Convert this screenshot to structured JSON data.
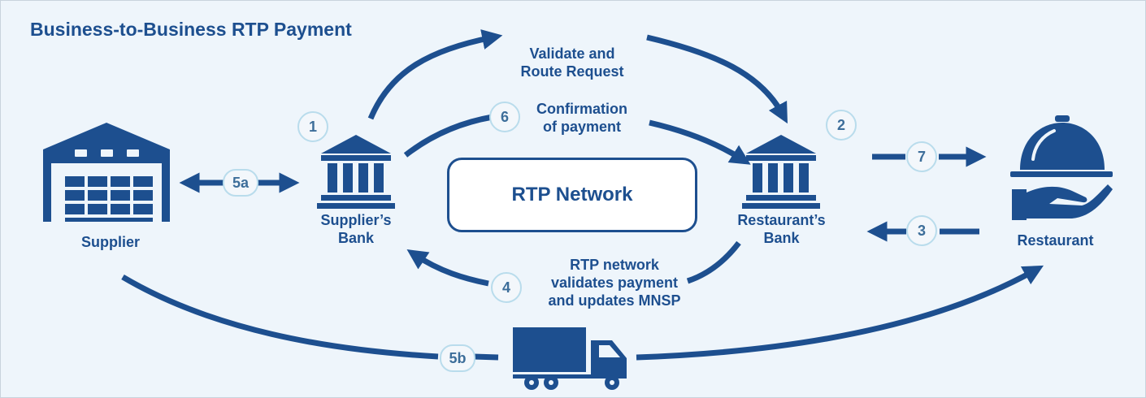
{
  "title": "Business-to-Business RTP Payment",
  "network": {
    "label": "RTP Network"
  },
  "nodes": {
    "supplier": "Supplier",
    "supplier_bank": [
      "Supplier’s",
      "Bank"
    ],
    "restaurant_bank": [
      "Restaurant’s",
      "Bank"
    ],
    "restaurant": "Restaurant"
  },
  "steps": {
    "s1": "1",
    "s2": "2",
    "s3": "3",
    "s4": "4",
    "s5a": "5a",
    "s5b": "5b",
    "s6": "6",
    "s7": "7"
  },
  "flows": {
    "validate": [
      "Validate and",
      "Route Request"
    ],
    "confirm": [
      "Confirmation",
      "of payment"
    ],
    "rtp_validates": [
      "RTP network",
      "validates payment",
      "and updates MNSP"
    ]
  },
  "colors": {
    "primary": "#1d4f8f",
    "circle_border": "#b9dcec",
    "background": "#eef5fb"
  },
  "icons": [
    "warehouse-icon",
    "bank-icon",
    "cloche-icon",
    "truck-icon"
  ]
}
